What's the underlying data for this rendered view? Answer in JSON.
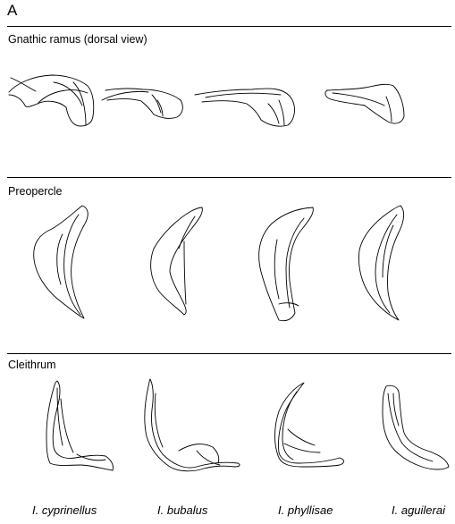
{
  "figure": {
    "panel_letter": "A",
    "sections": [
      {
        "title": "Gnathic ramus (dorsal view)"
      },
      {
        "title": "Preopercle"
      },
      {
        "title": "Cleithrum"
      }
    ],
    "species": [
      "I. cyprinellus",
      "I. bubalus",
      "I. phyllisae",
      "I. aguilerai"
    ]
  }
}
